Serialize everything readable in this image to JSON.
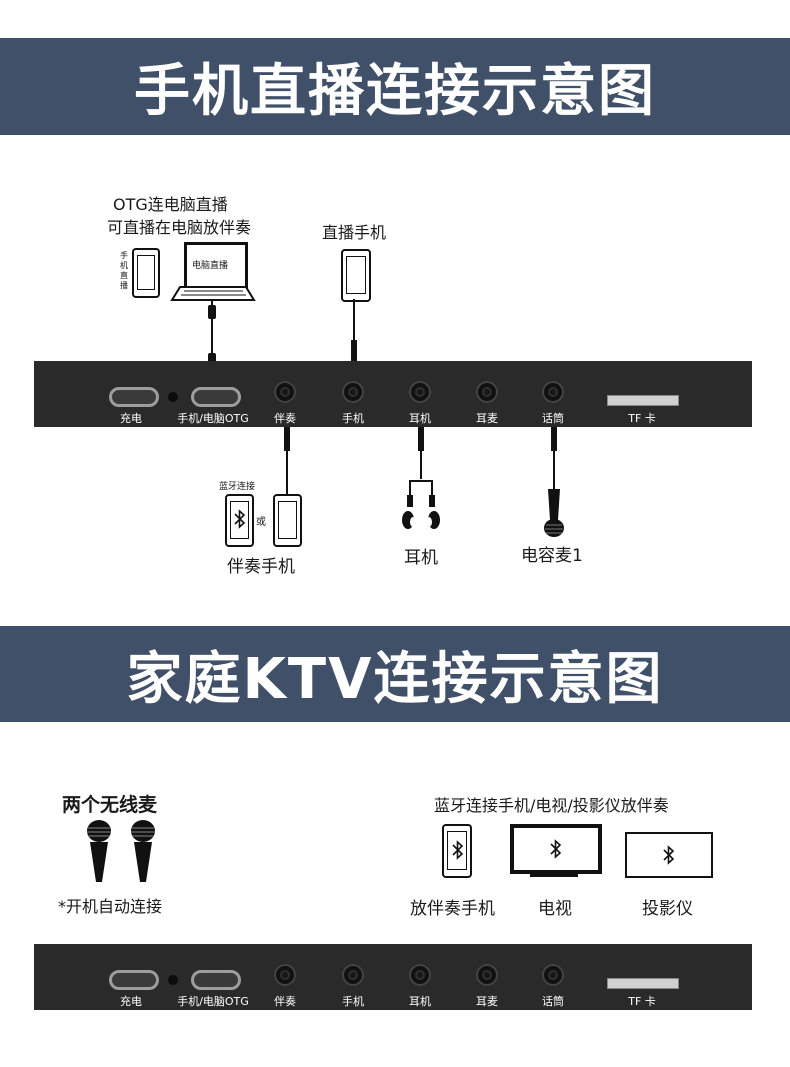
{
  "section1": {
    "title": "手机直播连接示意图",
    "otg_note_line1": "OTG连电脑直播",
    "otg_note_line2": "可直播在电脑放伴奏",
    "phone_vertical_label": [
      "手",
      "机",
      "直",
      "播"
    ],
    "laptop_screen_text": "电脑直播",
    "live_phone_label": "直播手机",
    "bt_connect_small": "蓝牙连接",
    "or_text": "或",
    "accompany_phone_label": "伴奏手机",
    "earphone_label": "耳机",
    "mic_label": "电容麦1"
  },
  "section2": {
    "title": "家庭KTV连接示意图",
    "wireless_mic_heading": "两个无线麦",
    "auto_connect_note": "*开机自动连接",
    "bluetooth_heading": "蓝牙连接手机/电视/投影仪放伴奏",
    "device_phone_label": "放伴奏手机",
    "device_tv_label": "电视",
    "device_projector_label": "投影仪"
  },
  "ports": {
    "charge": "充电",
    "phone_pc_otg": "手机/电脑OTG",
    "accompany": "伴奏",
    "phone": "手机",
    "earphone": "耳机",
    "headset": "耳麦",
    "microphone": "话筒",
    "tf_card": "TF 卡"
  },
  "icons": [
    "bluetooth-icon",
    "microphone-icon",
    "earphone-icon",
    "laptop-icon",
    "phone-icon",
    "tv-icon",
    "projector-icon"
  ],
  "colors": {
    "banner": "#3f5068",
    "device": "#2a2a2a"
  }
}
